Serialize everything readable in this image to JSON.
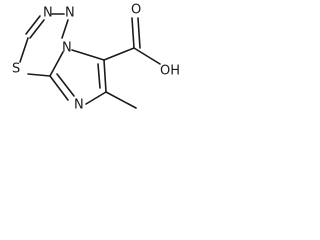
{
  "structure": {
    "atoms": {
      "n1": "N",
      "n2": "N",
      "n_bridge": "N",
      "n_imidazole": "N",
      "s": "S",
      "o_carbonyl": "O",
      "oh": "OH"
    }
  }
}
